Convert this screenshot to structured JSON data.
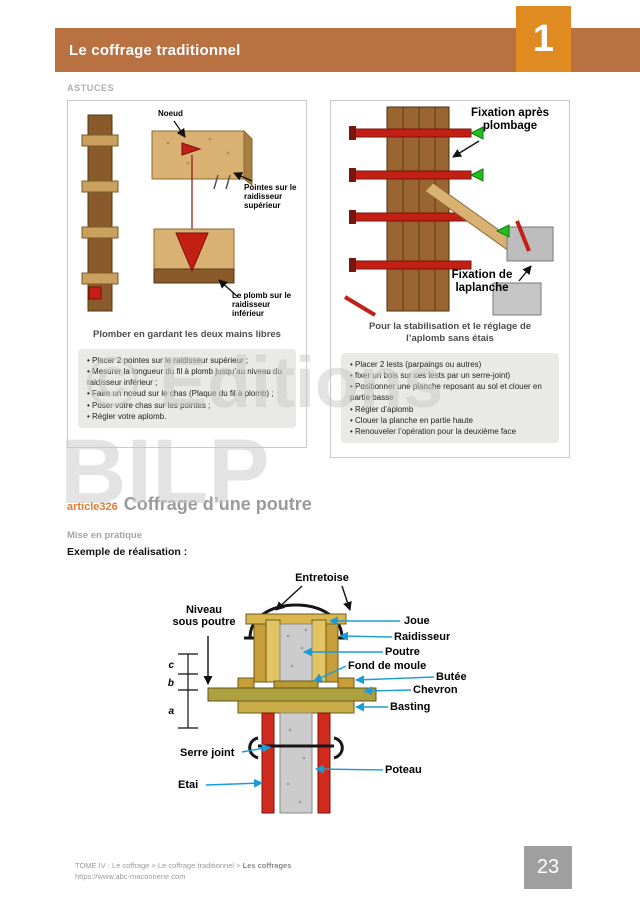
{
  "header": {
    "title": "Le coffrage traditionnel",
    "chapter_number": "1"
  },
  "section_label": "ASTUCES",
  "astuce_left": {
    "labels": {
      "noeud": "Noeud",
      "pointes": "Pointes sur le raidisseur supérieur",
      "plomb": "Le plomb sur le raidisseur inférieur"
    },
    "caption": "Plomber en gardant les deux mains libres",
    "bullets": [
      "Placer 2 pointes sur le raidisseur supérieur ;",
      "Mesurer la longueur du fil à plomb jusqu’au niveau du raidisseur inférieur ;",
      "Faire un noeud sur le chas (Plaque du fil à plomb) ;",
      "Poser votre chas sur les pointes ;",
      "Régler votre aplomb."
    ]
  },
  "astuce_right": {
    "labels": {
      "fixation_apres": "Fixation après plombage",
      "fixation_planche": "Fixation de laplanche"
    },
    "caption": "Pour la stabilisation et le réglage de l’aplomb sans étais",
    "bullets": [
      "Placer 2 lests (parpaings ou autres)",
      "fixer un bois sur ces lests par un serre-joint)",
      "Positionner une planche reposant au sol et clouer en partie basse",
      "Régler d’aplomb",
      "Clouer la planche en partie haute",
      "Renouveler l’opération pour la deuxième face"
    ]
  },
  "watermark": {
    "line1": "© Editions",
    "line2": "BILP"
  },
  "article": {
    "id": "article326",
    "title": "Coffrage d’une poutre",
    "subtitle": "Mise en pratique",
    "example_label": "Exemple de réalisation :"
  },
  "beam_diagram": {
    "labels": {
      "entretoise": "Entretoise",
      "niveau_sous_poutre": "Niveau sous poutre",
      "joue": "Joue",
      "raidisseur": "Raidisseur",
      "poutre": "Poutre",
      "fond_de_moule": "Fond de moule",
      "butee": "Butée",
      "chevron": "Chevron",
      "basting": "Basting",
      "serre_joint": "Serre joint",
      "etai": "Etai",
      "poteau": "Poteau"
    },
    "dimensions": {
      "a": "a",
      "b": "b",
      "c": "c"
    }
  },
  "footer": {
    "breadcrumb_prefix": "TOME IV : Le coffrage > Le coffrage traditionnel > ",
    "breadcrumb_bold": "Les coffrages",
    "url": "https://www.abc-maconnerie.com",
    "page_number": "23"
  },
  "colors": {
    "header_bar": "#b97142",
    "chapter_box": "#e08b22",
    "accent_orange": "#e07b39",
    "arrow_blue": "#1b9cd8",
    "arrow_green": "#1fbf1f",
    "formwork_red": "#c41f14",
    "wood_brown": "#8a5a2b",
    "wood_tan": "#d9b273",
    "page_number_bg": "#9f9f9f"
  }
}
